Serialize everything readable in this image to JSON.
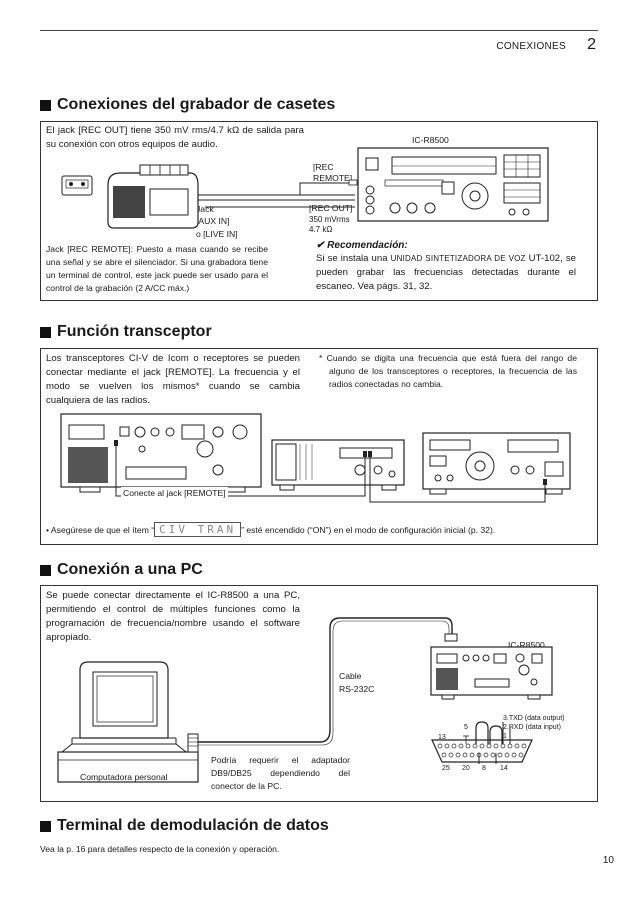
{
  "header": {
    "section": "CONEXIONES",
    "chapter": "2"
  },
  "sections": {
    "recorder": {
      "title": "Conexiones del grabador de casetes",
      "intro": "El jack [REC OUT] tiene 350 mV rms/4.7 kΩ de salida para su conexión con otros equipos de audio.",
      "labels": {
        "model": "IC-R8500",
        "rec_remote_1": "[REC",
        "rec_remote_2": "REMOTE]",
        "rec_out": "[REC OUT]",
        "rec_out_spec_1": "350 mVrms",
        "rec_out_spec_2": "4.7 kΩ",
        "jack_1": "Jack",
        "jack_2": "[AUX IN]",
        "jack_3": "o [LIVE IN]"
      },
      "remote_note": "Jack [REC REMOTE]: Puesto a masa cuando se recibe una señal y se abre el silenciador. Si una grabadora tiene un terminal de control, este jack puede ser usado para el control de la grabación (2 A/CC máx.)",
      "recommendation": {
        "check": "✔",
        "title": "Recomendación:",
        "text_before": "Si se instala una ",
        "text_caps": "unidad sintetizadora de voz",
        "text_after": " UT-102, se pueden grabar las frecuencias detectadas durante el escaneo. Vea págs. 31, 32."
      }
    },
    "transceiver": {
      "title": "Función transceptor",
      "intro": "Los transceptores CI-V de Icom o receptores se pueden conectar mediante el jack [REMOTE]. La frecuencia y el modo se vuelven los mismos* cuando se cambia cualquiera de las radios.",
      "footnote": "* Cuando se digita una frecuencia que está fuera del rango de alguno de los transceptores o receptores, la frecuencia de las radios conectadas no cambia.",
      "connect_label": "Conecte al jack [REMOTE]",
      "note_before": "• Asegúrese de que el ítem “",
      "note_lcd": "CIV TRAN",
      "note_after": "” esté encendido (“ON”) en el modo de configuración inicial (p. 32)."
    },
    "pc": {
      "title": "Conexión a una PC",
      "intro": "Se puede conectar directamente el IC-R8500 a una PC, permitiendo el control de múltiples funciones como la programación de frecuencia/nombre usando el software apropiado.",
      "model": "IC-R8500",
      "cable_1": "Cable",
      "cable_2": "RS-232C",
      "adapter": "Podría requerir el adaptador DB9/DB25 dependiendo del conector de la PC.",
      "computer": "Computadora personal",
      "pins": {
        "txd": "3.TXD (data output)",
        "rxd": "2.RXD (data input)",
        "p1": "1",
        "p5": "5",
        "p13": "13",
        "p25": "25",
        "p20": "20",
        "p8": "8",
        "p14": "14"
      }
    },
    "demod": {
      "title": "Terminal de demodulación de datos",
      "text": "Vea la p. 16 para detalles respecto de la conexión y operación."
    }
  },
  "page_number": "10"
}
